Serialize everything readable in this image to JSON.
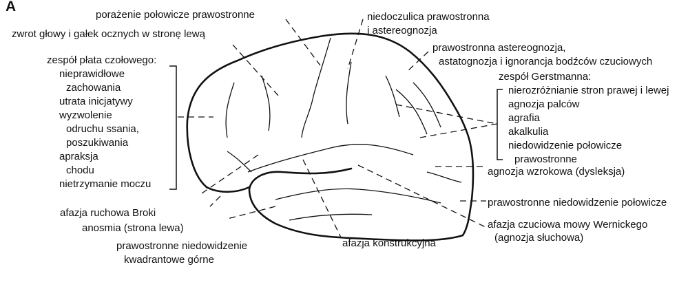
{
  "panel_label": "A",
  "labels": {
    "hemiplegia": "porażenie połowicze prawostronne",
    "gaze": "zwrot głowy i gałek ocznych w stronę lewą",
    "hypesthesia_1": "niedoczulica prawostronna",
    "hypesthesia_2": "i astereognozja",
    "astereo_1": "prawostronna astereognozja,",
    "astereo_2": "astatognozja i ignorancja bodźców czuciowych",
    "gerstmann_title": "zespół Gerstmanna:",
    "gerstmann_items": [
      "nierozróżnianie stron prawej i lewej",
      "agnozja palców",
      "agrafia",
      "akalkulia",
      "niedowidzenie połowicze",
      "prawostronne"
    ],
    "visual_agnosia": "agnozja wzrokowa (dysleksja)",
    "hemianopia": "prawostronne niedowidzenie połowicze",
    "wernicke_1": "afazja czuciowa mowy Wernickego",
    "wernicke_2": "(agnozja słuchowa)",
    "constructional": "afazja konstrukcyjna",
    "quadrant_1": "prawostronne niedowidzenie",
    "quadrant_2": "kwadrantowe górne",
    "anosmia": "anosmia (strona lewa)",
    "broca": "afazja ruchowa Broki",
    "frontal_title": "zespół płata czołowego:",
    "frontal_items": [
      "nieprawidłowe",
      "zachowania",
      "utrata inicjatywy",
      "wyzwolenie",
      "odruchu ssania,",
      "poszukiwania",
      "apraksja",
      "chodu",
      "nietrzymanie moczu"
    ]
  }
}
